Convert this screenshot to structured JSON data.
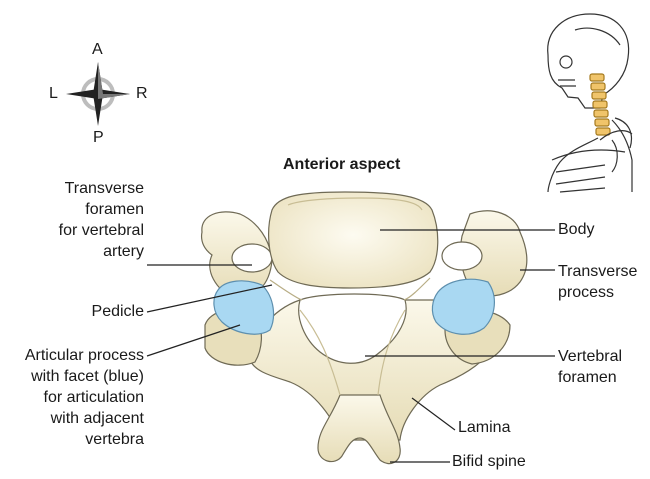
{
  "title": "Anterior aspect",
  "compass": {
    "anterior": "A",
    "posterior": "P",
    "left": "L",
    "right": "R"
  },
  "labels": {
    "transverse_foramen": [
      "Transverse",
      "foramen",
      "for vertebral",
      "artery"
    ],
    "pedicle": "Pedicle",
    "articular_process": [
      "Articular process",
      "with facet (blue)",
      "for articulation",
      "with adjacent",
      "vertebra"
    ],
    "body": "Body",
    "transverse_process": [
      "Transverse",
      "process"
    ],
    "vertebral_foramen": [
      "Vertebral",
      "foramen"
    ],
    "lamina": "Lamina",
    "bifid_spine": "Bifid spine"
  },
  "colors": {
    "bone": "#f2edd6",
    "bone_shadow": "#d9cfa8",
    "facet": "#a9d8f2",
    "spine_highlight": "#f0c46a"
  }
}
